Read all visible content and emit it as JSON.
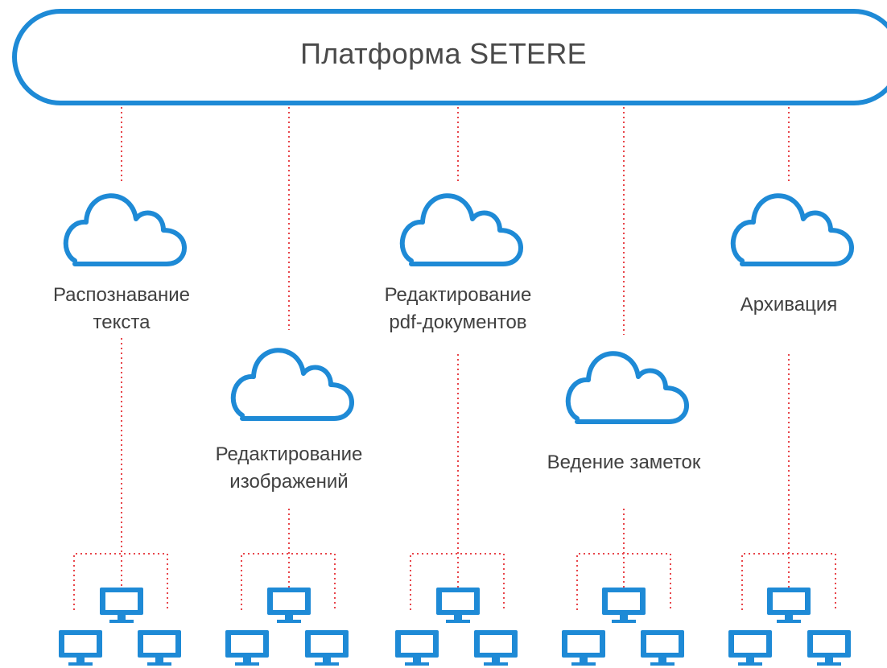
{
  "platform": {
    "title": "Платформа SETERE"
  },
  "services": [
    {
      "id": "text-recognition",
      "line1": "Распознавание",
      "line2": "текста"
    },
    {
      "id": "image-editing",
      "line1": "Редактирование",
      "line2": "изображений"
    },
    {
      "id": "pdf-editing",
      "line1": "Редактирование",
      "line2": "pdf-документов"
    },
    {
      "id": "note-taking",
      "line1": "Ведение заметок",
      "line2": ""
    },
    {
      "id": "archiving",
      "line1": "Архивация",
      "line2": ""
    }
  ],
  "colors": {
    "accent": "#1e8ad6",
    "connector": "#e8454a",
    "text": "#404040"
  },
  "icons": {
    "service": "cloud-icon",
    "client": "monitor-icon"
  }
}
